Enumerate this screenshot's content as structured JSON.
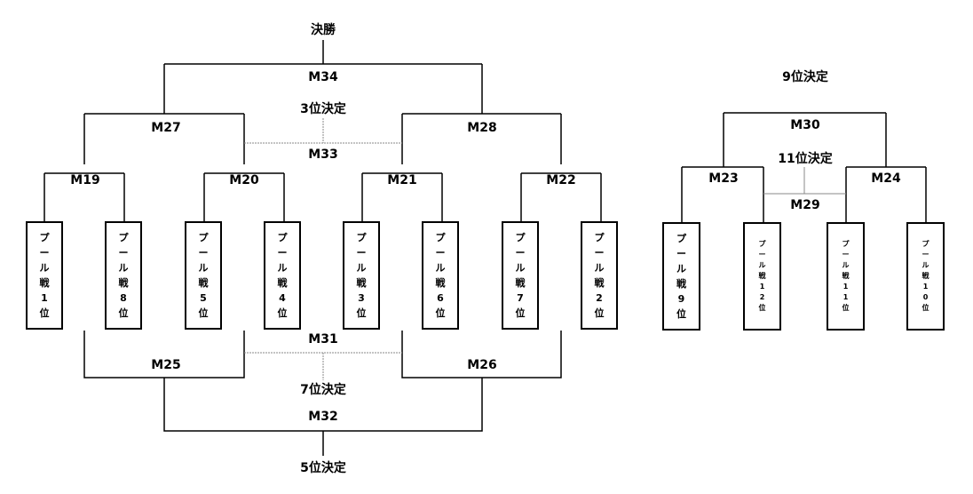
{
  "left_bracket": {
    "final_label": "決勝",
    "third_label": "3位決定",
    "seventh_label": "7位決定",
    "fifth_label": "5位決定",
    "matches": {
      "m34": "M34",
      "m27": "M27",
      "m28": "M28",
      "m33": "M33",
      "m19": "M19",
      "m20": "M20",
      "m21": "M21",
      "m22": "M22",
      "m25": "M25",
      "m26": "M26",
      "m31": "M31",
      "m32": "M32"
    },
    "teams": [
      "プール戦1位",
      "プール戦8位",
      "プール戦5位",
      "プール戦4位",
      "プール戦3位",
      "プール戦6位",
      "プール戦7位",
      "プール戦2位"
    ]
  },
  "right_bracket": {
    "ninth_label": "9位決定",
    "eleventh_label": "11位決定",
    "matches": {
      "m30": "M30",
      "m23": "M23",
      "m24": "M24",
      "m29": "M29"
    },
    "teams": [
      "プール戦9位",
      "プール戦12位",
      "プール戦11位",
      "プール戦10位"
    ]
  }
}
